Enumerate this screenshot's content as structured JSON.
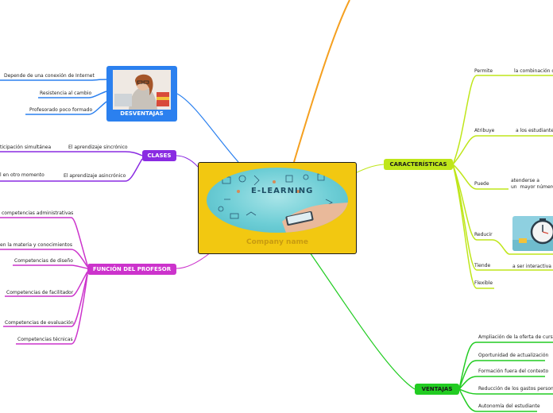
{
  "central": {
    "title": "Company name",
    "image_text": "E-LEARNING"
  },
  "topics": {
    "desventajas": "DESVENTAJAS",
    "clases": "CLASES",
    "funcion_profesor": "FUNCIÓN DEL PROFESOR",
    "caracteristicas": "CARACTERÍSTICAS",
    "ventajas": "VENTAJAS"
  },
  "desventajas_items": [
    "Depende de una conexión de Internet",
    "Resistencia al cambio",
    "Profesorado poco formado"
  ],
  "clases_items": [
    "El aprendizaje sincrónico",
    "El aprendizaje  asincrónico"
  ],
  "clases_sub": [
    "ticipación simultánea",
    "l en otro momento"
  ],
  "profesor_items": [
    "competencias administrativas",
    " en la materia y conocimientos",
    "Competencias de diseño",
    "Competencias de facilitador",
    "Competencias de evaluación",
    "Competencias técnicas"
  ],
  "caracteristicas_items": [
    "Permite",
    "Atribuye",
    "Puede",
    "Reducir",
    "Tiende",
    "Flexible"
  ],
  "caracteristicas_sub": [
    "la combinación de",
    "a los estudiantes",
    "atenderse a\nun  mayor número",
    "a ser interactiva"
  ],
  "ventajas_items": [
    "Ampliación  de la oferta de curso",
    "Oportunidad de actualización",
    "Formación fuera del contexto",
    "Reducción de los gastos personale",
    "Autonomía del estudiante"
  ],
  "colors": {
    "blue": "#2b80ef",
    "purple": "#8a2be2",
    "magenta": "#cc33cc",
    "lime": "#bfe61a",
    "green": "#22cc22",
    "orange": "#f5a020",
    "central": "#f2c811"
  }
}
